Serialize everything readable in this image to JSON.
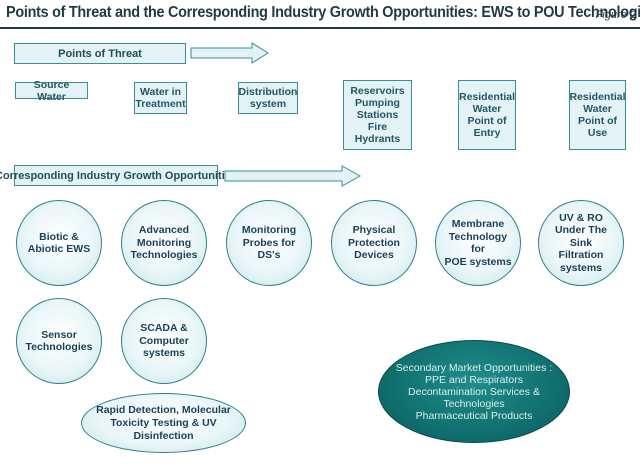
{
  "title": "Points of Threat and the Corresponding Industry  Growth Opportunities: EWS to POU Technologies",
  "figure_label": "Figure 2",
  "threat_header": "Points of Threat",
  "threat_points": [
    [
      "Source Water"
    ],
    [
      "Water in",
      "Treatment"
    ],
    [
      "Distribution",
      "system"
    ],
    [
      "Reservoirs",
      "Pumping",
      "Stations",
      "Fire Hydrants"
    ],
    [
      "Residential",
      "Water",
      "Point of",
      "Entry"
    ],
    [
      "Residential",
      "Water",
      "Point of",
      "Use"
    ]
  ],
  "opportunities_header": "Corresponding Industry Growth Opportunities",
  "opportunities_row1": [
    [
      "Biotic &",
      "Abiotic EWS"
    ],
    [
      "Advanced",
      "Monitoring",
      "Technologies"
    ],
    [
      "Monitoring",
      "Probes for",
      "DS's"
    ],
    [
      "Physical",
      "Protection",
      "Devices"
    ],
    [
      "Membrane",
      "Technology for",
      "POE systems"
    ],
    [
      "UV & RO",
      "Under The Sink",
      "Filtration",
      "systems"
    ]
  ],
  "opportunities_row2": [
    [
      "Sensor",
      "Technologies"
    ],
    [
      "SCADA &",
      "Computer",
      "systems"
    ]
  ],
  "rapid_detection": [
    "Rapid Detection, Molecular",
    "Toxicity Testing & UV Disinfection"
  ],
  "secondary_market": [
    "Secondary Market Opportunities :",
    "PPE and Respirators",
    "Decontamination Services & Technologies",
    "Pharmaceutical Products"
  ],
  "colors": {
    "accent": "#3b8d9a",
    "box_fill": "#e3f3f5",
    "text_dark": "#1f3a44",
    "oval_fill": "#10706f"
  }
}
